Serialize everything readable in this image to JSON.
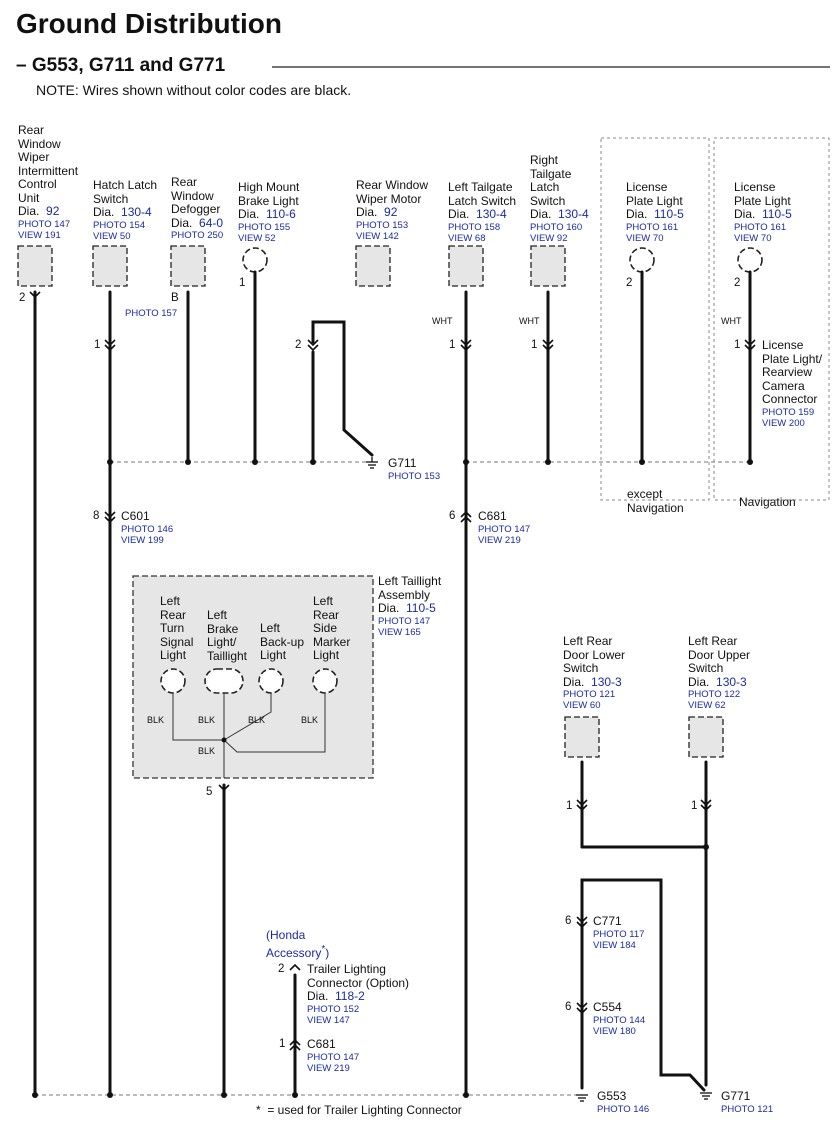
{
  "title": "Ground Distribution",
  "subtitle": "G553, G711 and G771",
  "note": "NOTE: Wires shown without color codes are black.",
  "components": {
    "rear_wiper_control": {
      "name": [
        "Rear",
        "Window",
        "Wiper",
        "Intermittent",
        "Control",
        "Unit"
      ],
      "dia_label": "Dia.",
      "dia": "92",
      "photo": "PHOTO 147",
      "view": "VIEW 191",
      "pin": "2"
    },
    "hatch_latch": {
      "name": [
        "Hatch Latch",
        "Switch"
      ],
      "dia_label": "Dia.",
      "dia": "130-4",
      "photo": "PHOTO 154",
      "view": "VIEW 50",
      "pin": "1"
    },
    "rear_defogger": {
      "name": [
        "Rear",
        "Window",
        "Defogger"
      ],
      "dia_label": "Dia.",
      "dia": "64-0",
      "photo": "PHOTO 250",
      "pin": "B",
      "pin_photo": "PHOTO 157"
    },
    "high_mount_brake": {
      "name": [
        "High Mount",
        "Brake Light"
      ],
      "dia_label": "Dia.",
      "dia": "110-6",
      "photo": "PHOTO 155",
      "view": "VIEW 52",
      "pin": "1"
    },
    "rear_wiper_motor": {
      "name": [
        "Rear Window",
        "Wiper Motor"
      ],
      "dia_label": "Dia.",
      "dia": "92",
      "photo": "PHOTO 153",
      "view": "VIEW 142",
      "pin": "2"
    },
    "left_tailgate_latch": {
      "name": [
        "Left Tailgate",
        "Latch Switch"
      ],
      "dia_label": "Dia.",
      "dia": "130-4",
      "photo": "PHOTO 158",
      "view": "VIEW 68",
      "pin": "1",
      "wire": "WHT"
    },
    "right_tailgate_latch": {
      "name": [
        "Right",
        "Tailgate",
        "Latch",
        "Switch"
      ],
      "dia_label": "Dia.",
      "dia": "130-4",
      "photo": "PHOTO 160",
      "view": "VIEW 92",
      "pin": "1",
      "wire": "WHT"
    },
    "license_light_1": {
      "name": [
        "License",
        "Plate Light"
      ],
      "dia_label": "Dia.",
      "dia": "110-5",
      "photo": "PHOTO 161",
      "view": "VIEW 70",
      "pin": "2",
      "variant": [
        "except",
        "Navigation"
      ]
    },
    "license_light_2": {
      "name": [
        "License",
        "Plate Light"
      ],
      "dia_label": "Dia.",
      "dia": "110-5",
      "photo": "PHOTO 161",
      "view": "VIEW 70",
      "pin": "2",
      "wire": "WHT",
      "variant": [
        "Navigation"
      ]
    },
    "license_connector": {
      "name": [
        "License",
        "Plate Light/",
        "Rearview",
        "Camera",
        "Connector"
      ],
      "photo": "PHOTO 159",
      "view": "VIEW 200",
      "pin": "1"
    },
    "left_taillight": {
      "name": [
        "Left Taillight",
        "Assembly"
      ],
      "dia_label": "Dia.",
      "dia": "110-5",
      "photo": "PHOTO 147",
      "view": "VIEW 165",
      "pin": "5",
      "lamps": [
        {
          "name": [
            "Left",
            "Rear",
            "Turn",
            "Signal",
            "Light"
          ],
          "wire": "BLK"
        },
        {
          "name": [
            "Left",
            "Brake",
            "Light/",
            "Taillight"
          ],
          "wire": "BLK"
        },
        {
          "name": [
            "Left",
            "Back-up",
            "Light"
          ],
          "wire": "BLK"
        },
        {
          "name": [
            "Left",
            "Rear",
            "Side",
            "Marker",
            "Light"
          ],
          "wire": "BLK"
        }
      ],
      "common_wire": "BLK"
    },
    "left_rear_door_lower": {
      "name": [
        "Left Rear",
        "Door Lower",
        "Switch"
      ],
      "dia_label": "Dia.",
      "dia": "130-3",
      "photo": "PHOTO 121",
      "view": "VIEW 60",
      "pin": "1"
    },
    "left_rear_door_upper": {
      "name": [
        "Left Rear",
        "Door Upper",
        "Switch"
      ],
      "dia_label": "Dia.",
      "dia": "130-3",
      "photo": "PHOTO 122",
      "view": "VIEW 62",
      "pin": "1"
    },
    "trailer_connector": {
      "accessory": [
        "(Honda",
        "Accessory"
      ],
      "asterisk": "*",
      "accessory_close": ")",
      "name": [
        "Trailer Lighting",
        "Connector (Option)"
      ],
      "dia_label": "Dia.",
      "dia": "118-2",
      "photo": "PHOTO 152",
      "view": "VIEW 147",
      "pin": "2"
    }
  },
  "connectors": {
    "c601": {
      "name": "C601",
      "pin": "8",
      "photo": "PHOTO 146",
      "view": "VIEW 199"
    },
    "c681_upper": {
      "name": "C681",
      "pin": "6",
      "photo": "PHOTO 147",
      "view": "VIEW 219"
    },
    "c681_lower": {
      "name": "C681",
      "pin": "1",
      "photo": "PHOTO 147",
      "view": "VIEW 219"
    },
    "c771": {
      "name": "C771",
      "pin": "6",
      "photo": "PHOTO 117",
      "view": "VIEW 184"
    },
    "c554": {
      "name": "C554",
      "pin": "6",
      "photo": "PHOTO 144",
      "view": "VIEW 180"
    }
  },
  "grounds": {
    "g711": {
      "name": "G711",
      "photo": "PHOTO 153"
    },
    "g553": {
      "name": "G553",
      "photo": "PHOTO 146"
    },
    "g771": {
      "name": "G771",
      "photo": "PHOTO 121"
    }
  },
  "footnote": {
    "mark": "*",
    "text": "=  used for Trailer Lighting Connector"
  }
}
